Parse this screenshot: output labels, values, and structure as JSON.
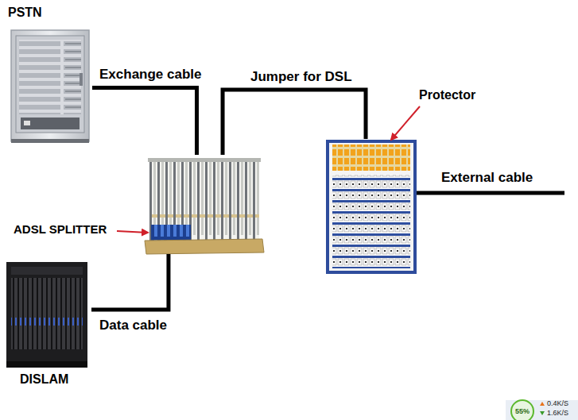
{
  "diagram": {
    "nodes": [
      {
        "text": [
          "PSTN"
        ]
      },
      {
        "text": [
          "ADSL SPLITTER"
        ]
      },
      {
        "text": [
          "Protector"
        ]
      },
      {
        "text": [
          "DISLAM"
        ]
      }
    ],
    "edges": [
      {
        "from": 0,
        "to": 1,
        "arrow": "none",
        "label": "Exchange cable"
      },
      {
        "from": 1,
        "to": 2,
        "arrow": "none",
        "label": "Jumper for DSL"
      },
      {
        "from": 3,
        "to": 1,
        "arrow": "none",
        "label": "Data cable"
      }
    ],
    "labels": [
      "External cable",
      "55%",
      "0.4K/S",
      "1.6K/S"
    ]
  }
}
